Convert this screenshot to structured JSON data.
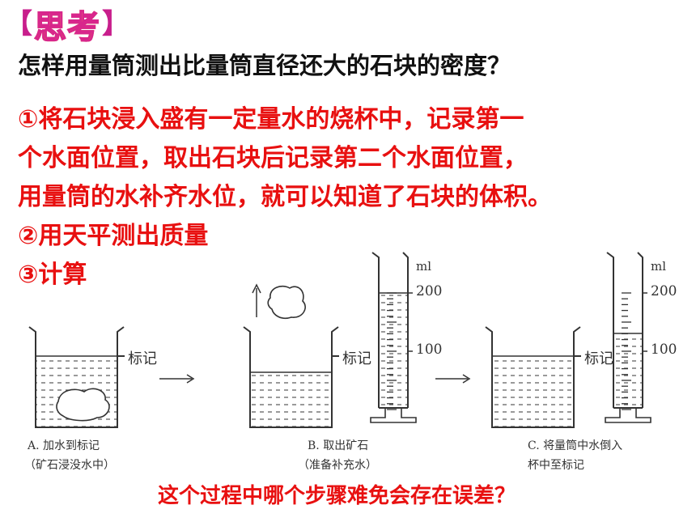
{
  "header": {
    "bracket_open": "【",
    "tag": "思考",
    "bracket_close": "】"
  },
  "question": "怎样用量筒测出比量筒直径还大的石块的密度？",
  "answer_lines": [
    "①将石块浸入盛有一定量水的烧杯中，记录第一",
    "个水面位置，取出石块后记录第二个水面位置，",
    "用量筒的水补齐水位，就可以知道了石块的体积。",
    "②用天平测出质量",
    "③计算"
  ],
  "figure": {
    "mark_label": "标记",
    "unit": "ml",
    "tick_200": "200",
    "tick_100": "100",
    "caption_a": [
      "A. 加水到标记",
      "（矿石浸没水中）"
    ],
    "caption_b": [
      "B. 取出矿石",
      "（准备补充水）"
    ],
    "caption_c": [
      "C. 将量筒中水倒入",
      "杯中至标记"
    ]
  },
  "bottom_question": "这个过程中哪个步骤难免会存在误差？",
  "colors": {
    "answer_text": "#e81010",
    "bracket": "#c81e8c",
    "line_art": "#333333"
  }
}
